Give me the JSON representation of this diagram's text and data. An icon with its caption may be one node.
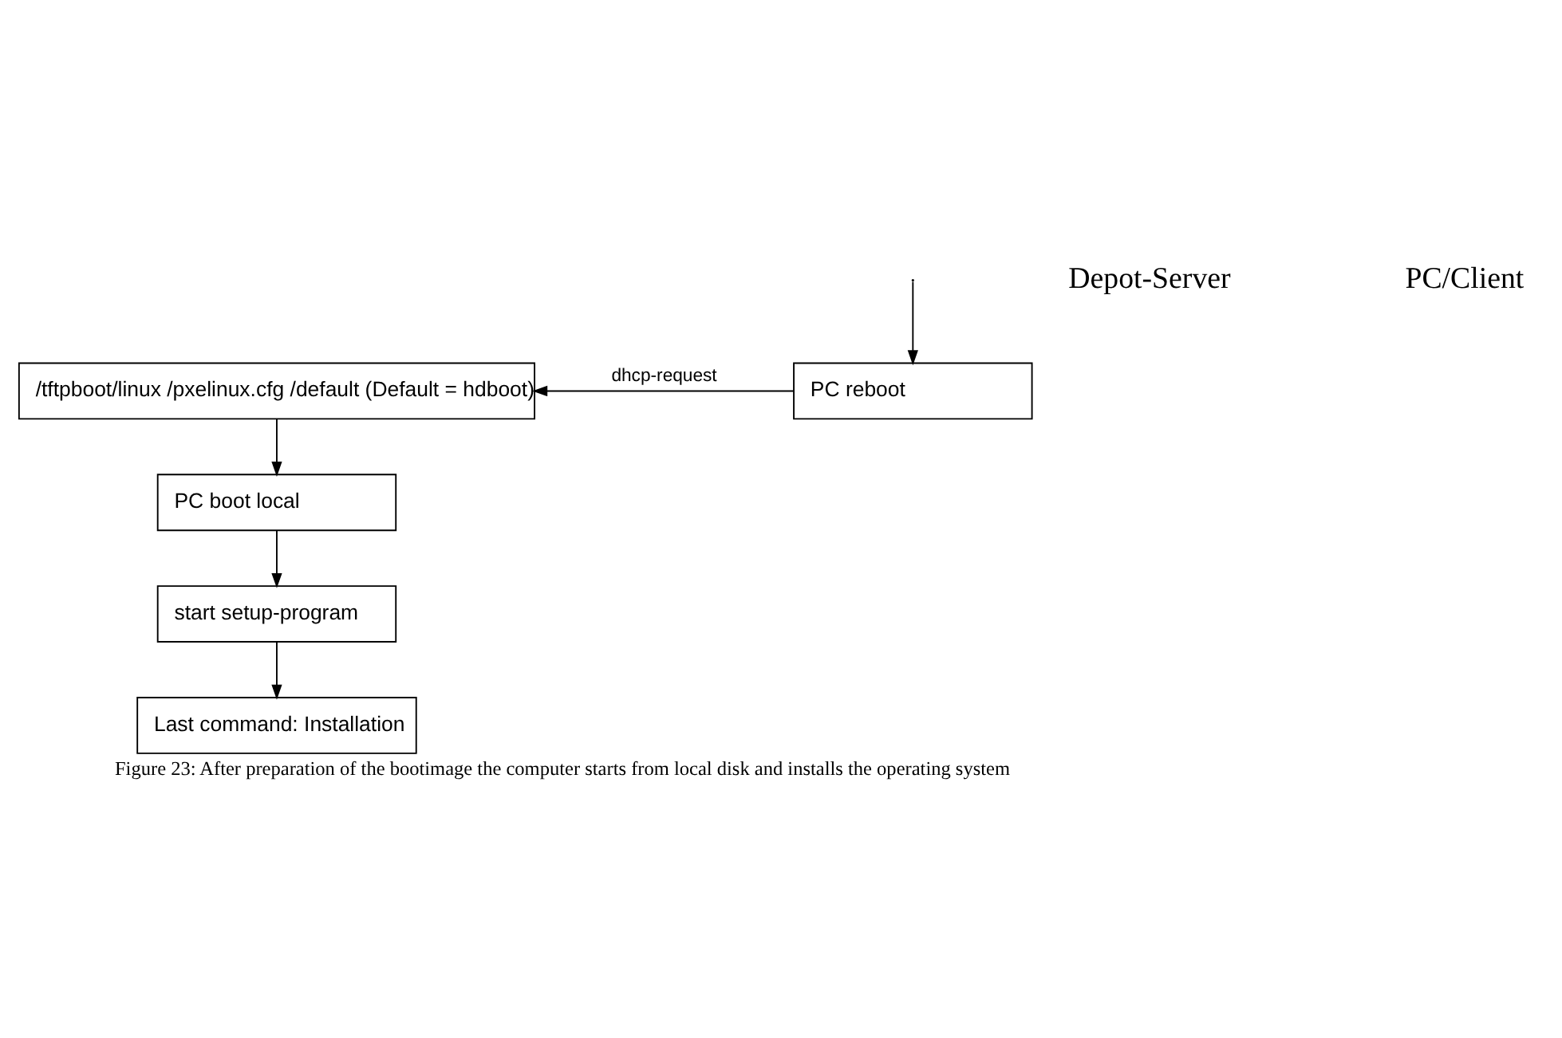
{
  "diagram": {
    "caption": "Figure 23: After preparation of the bootimage the computer starts from local disk and installs the operating system",
    "nodes": [
      {
        "text": [
          "/tftpboot/linux /pxelinux.cfg /default (Default = hdboot)"
        ]
      },
      {
        "text": [
          "PC reboot"
        ]
      },
      {
        "text": [
          "PC boot local"
        ]
      },
      {
        "text": [
          "start setup-program"
        ]
      },
      {
        "text": [
          "Last command: Installation"
        ]
      }
    ],
    "edges": [
      {
        "from": null,
        "to": 1,
        "arrow": "to"
      },
      {
        "from": 1,
        "to": 0,
        "arrow": "to",
        "label": "dhcp-request"
      },
      {
        "from": 0,
        "to": 2,
        "arrow": "to"
      },
      {
        "from": 2,
        "to": 3,
        "arrow": "to"
      },
      {
        "from": 3,
        "to": 4,
        "arrow": "to"
      }
    ],
    "labels": [
      "Depot-Server",
      "PC/Client"
    ]
  }
}
